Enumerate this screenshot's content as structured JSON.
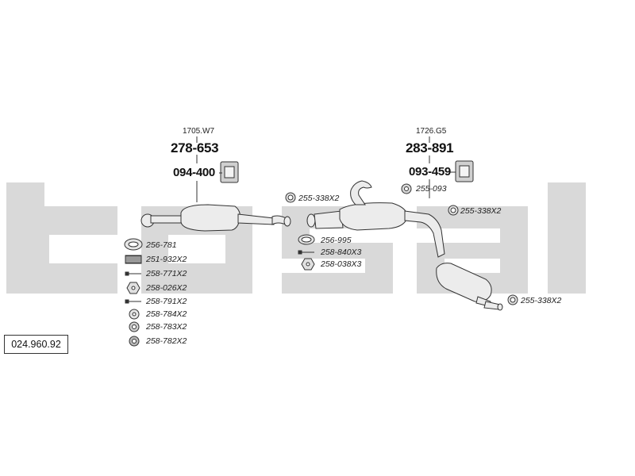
{
  "brand_watermark": "bosal",
  "diagram_code": "024.960.92",
  "colors": {
    "watermark": "#d6d6d6",
    "line": "#333333",
    "part_fill": "#e8e8e8"
  },
  "front_group": {
    "ref": "1705.W7",
    "main_part": "278-653",
    "mount_part": "094-400",
    "clamp": "255-338X2"
  },
  "rear_group": {
    "ref": "1726.G5",
    "main_part": "283-891",
    "mount_part": "093-459",
    "ring": "255-093",
    "clamp_mid": "255-338X2",
    "clamp_tail": "255-338X2"
  },
  "mid_fittings": [
    "256-995",
    "258-840X3",
    "258-038X3"
  ],
  "left_fittings": [
    "256-781",
    "251-932X2",
    "258-771X2",
    "258-026X2",
    "258-791X2",
    "258-784X2",
    "258-783X2",
    "258-782X2"
  ],
  "icons": {
    "gasket": "gasket-icon",
    "spring": "spring-icon",
    "bolt": "bolt-icon",
    "nut": "nut-icon",
    "washer": "washer-icon",
    "rubber_mount": "rubber-mount-icon",
    "clamp": "clamp-icon"
  }
}
